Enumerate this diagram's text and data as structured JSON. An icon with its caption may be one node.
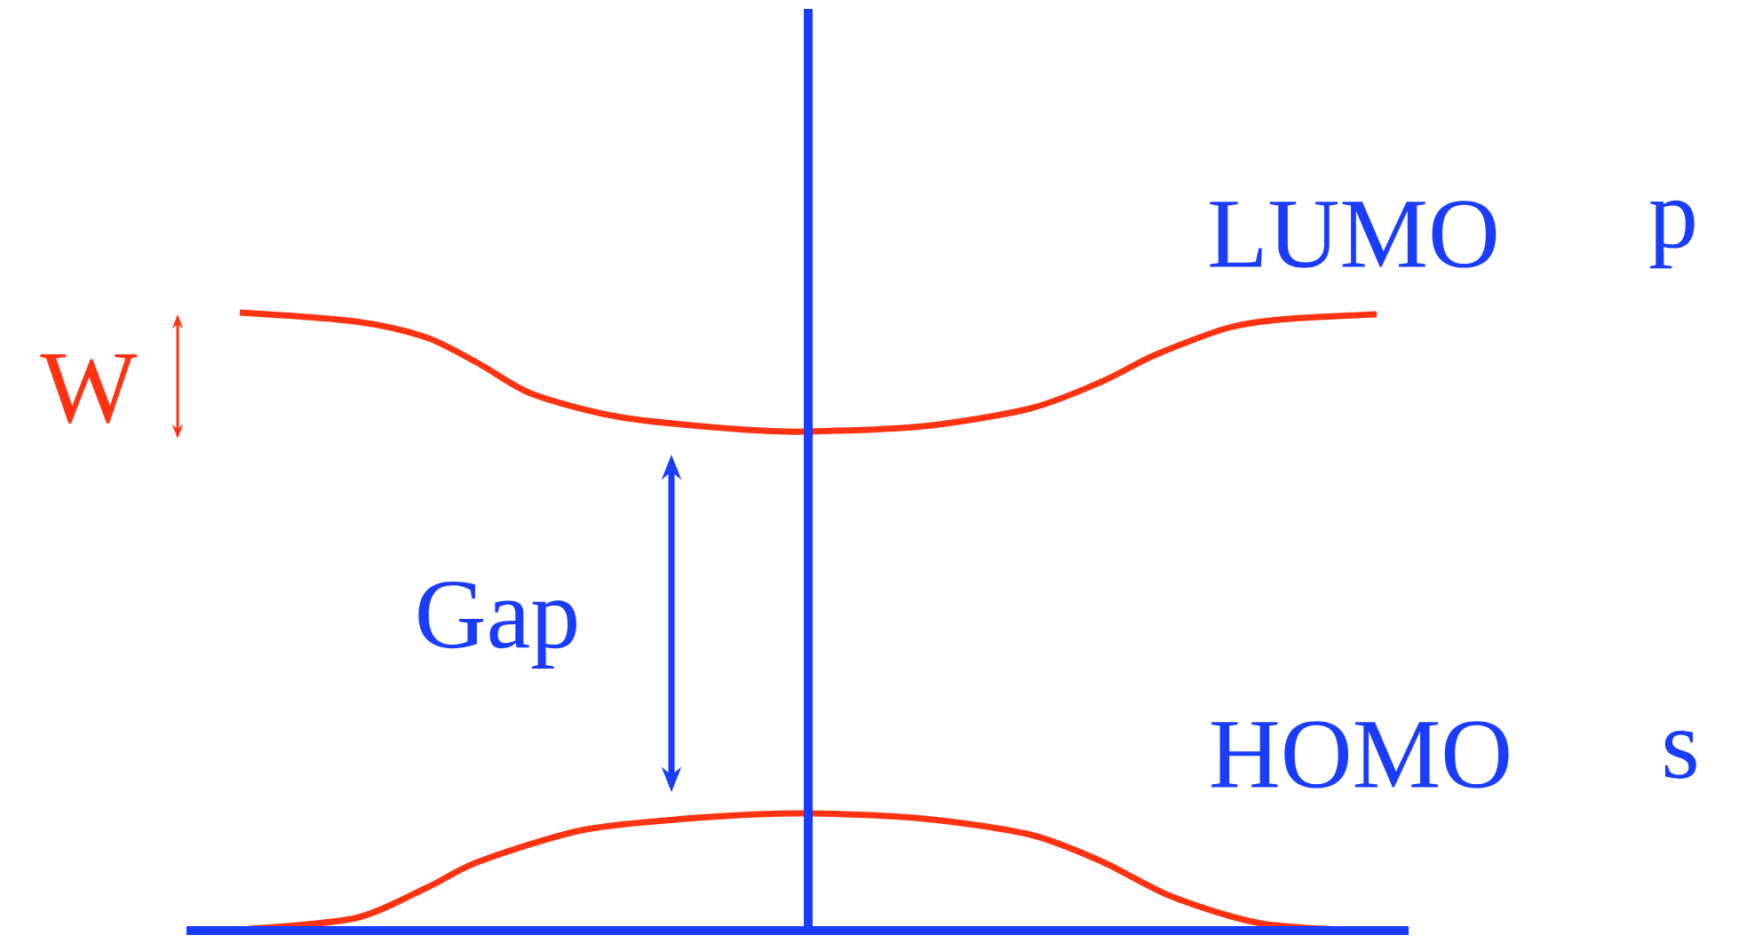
{
  "diagram": {
    "labels": [
      "LUMO",
      "p",
      "W",
      "Gap",
      "HOMO",
      "s"
    ]
  }
}
